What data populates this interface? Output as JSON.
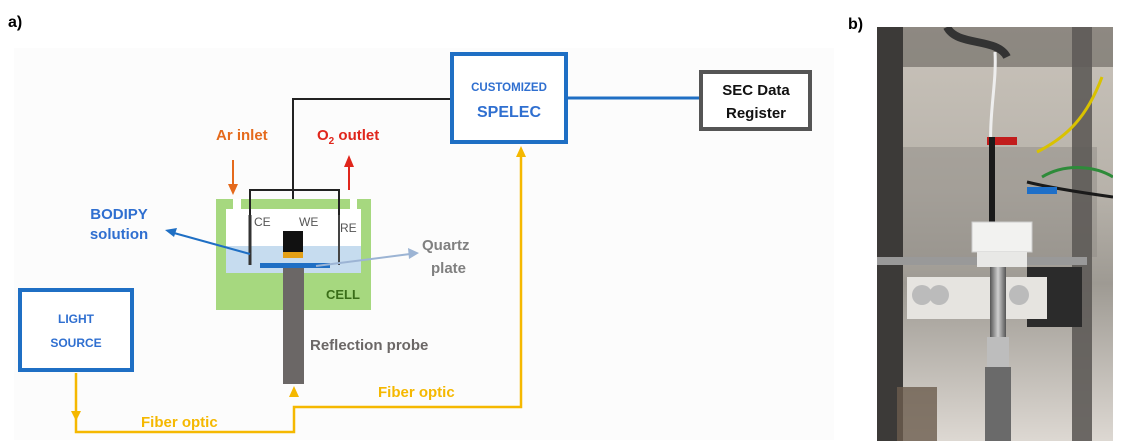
{
  "panels": {
    "a_label": "a)",
    "b_label": "b)"
  },
  "diagram": {
    "customized_spelec": {
      "line1": "Customized",
      "line2": "SPELEC"
    },
    "sec_data_register": {
      "line1": "SEC Data",
      "line2": "Register"
    },
    "light_source": {
      "line1": "Light",
      "line2": "Source"
    },
    "ar_inlet": "Ar inlet",
    "o2_outlet": {
      "main": "O",
      "sub": "2",
      "rest": " outlet"
    },
    "bodipy": {
      "line1": "BODIPY",
      "line2": "solution"
    },
    "electrodes": {
      "ce": "CE",
      "we": "WE",
      "re": "RE"
    },
    "quartz": {
      "line1": "Quartz",
      "line2": "plate"
    },
    "cell": "Cell",
    "reflection_probe": "Reflection probe",
    "fiber_optic_bottom": "Fiber optic",
    "fiber_optic_middle": "Fiber optic"
  },
  "colors": {
    "box_blue": "#1f6fc4",
    "text_blue": "#2f6fd0",
    "orange": "#e56a1c",
    "red": "#e0261c",
    "fiber": "#f5b800",
    "cell_green": "#a6d87f",
    "solution": "#c6dcef",
    "probe": "#6b6766",
    "gray_text": "#808080"
  }
}
